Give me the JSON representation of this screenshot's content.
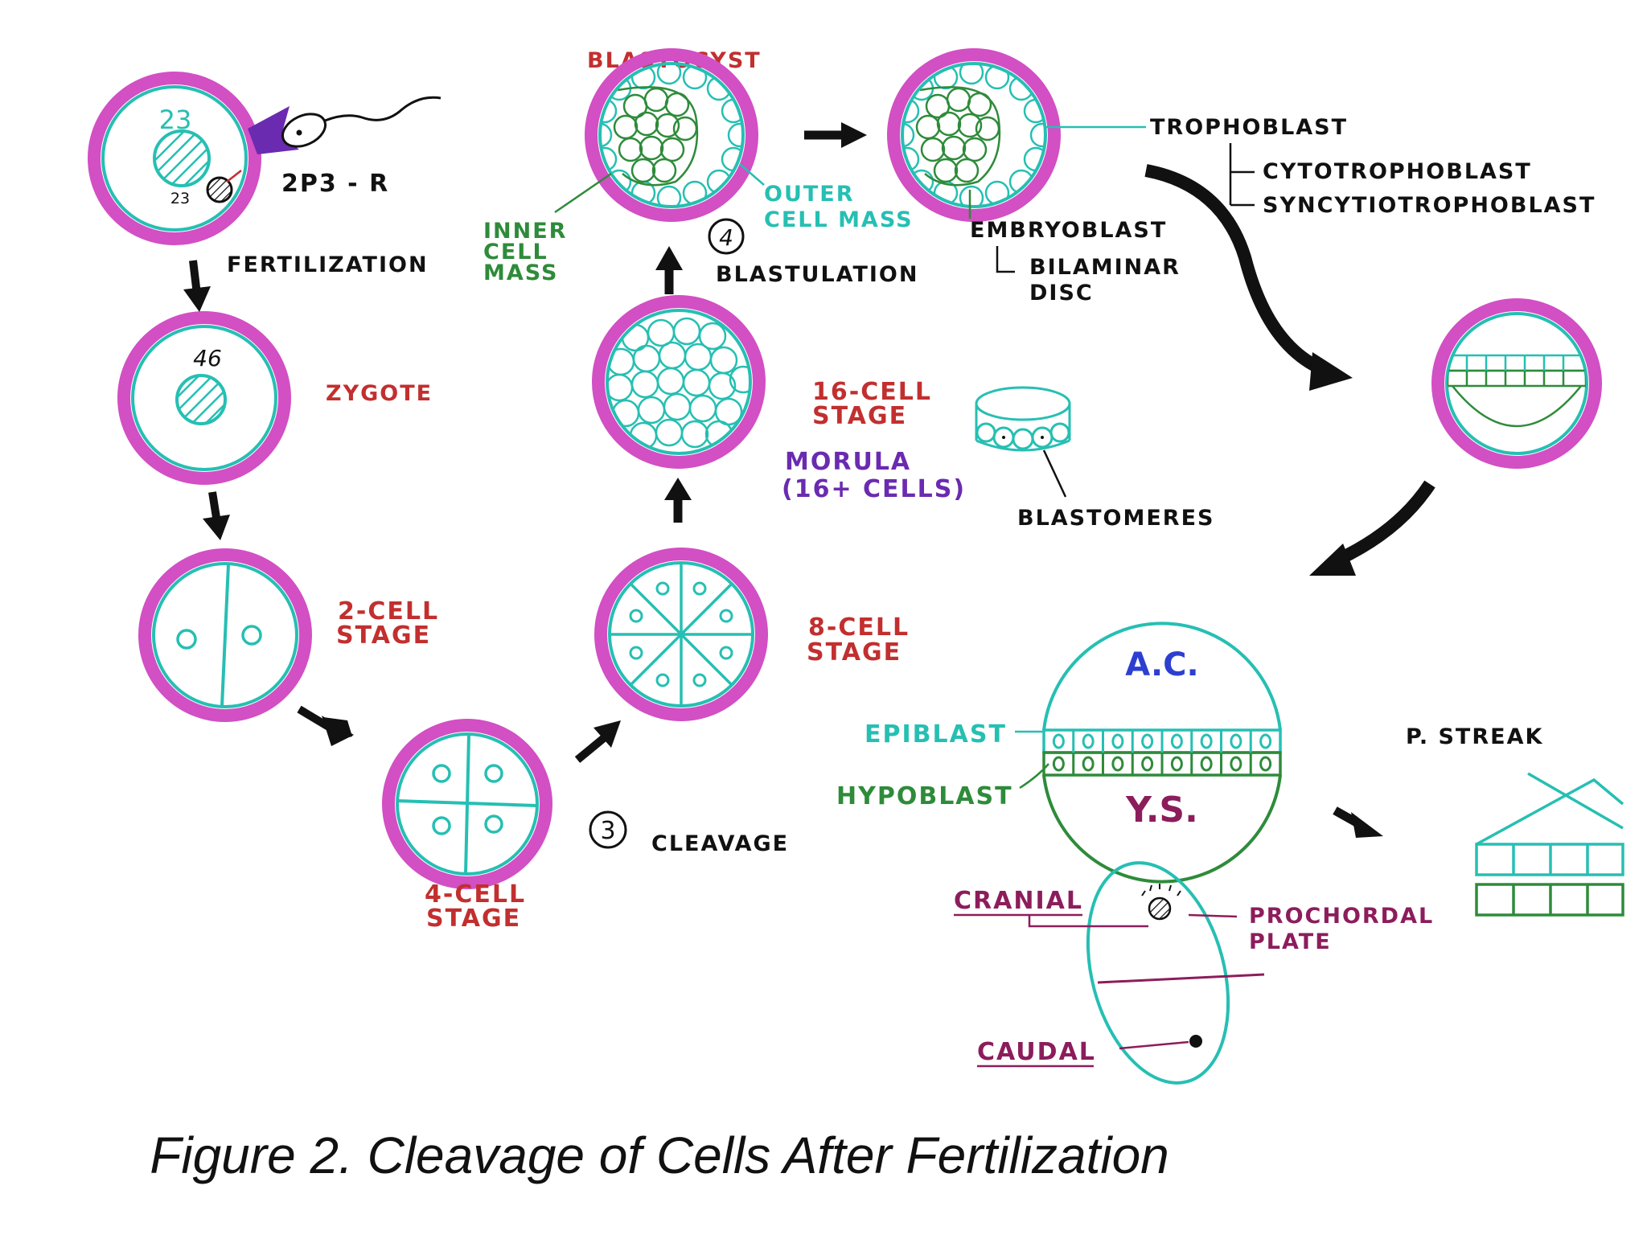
{
  "colors": {
    "membrane": "#d24fc4",
    "teal": "#26bfb3",
    "stage_red": "#c22f2f",
    "green": "#2e8b3a",
    "purple": "#6a2bb0",
    "maroon": "#8c1d5c",
    "blue": "#2c3fd0",
    "black": "#111111"
  },
  "labels": {
    "egg_n": "23",
    "sperm_n": "23",
    "receptor": "2P3 - R",
    "fertilization": "FERTILIZATION",
    "zygote_n": "46",
    "zygote": "ZYGOTE",
    "two_cell_1": "2-CELL",
    "two_cell_2": "STAGE",
    "four_cell_1": "4-CELL",
    "four_cell_2": "STAGE",
    "step3": "3",
    "cleavage": "CLEAVAGE",
    "eight_cell_1": "8-CELL",
    "eight_cell_2": "STAGE",
    "sixteen_cell_1": "16-CELL",
    "sixteen_cell_2": "STAGE",
    "morula_1": "MORULA",
    "morula_2": "(16+ CELLS)",
    "step4": "4",
    "blastulation": "BLASTULATION",
    "blastocyst": "BLASTOCYST",
    "inner_1": "INNER",
    "inner_2": "CELL",
    "inner_3": "MASS",
    "outer_1": "OUTER",
    "outer_2": "CELL MASS",
    "blastomeres": "BLASTOMERES",
    "trophoblast": "TROPHOBLAST",
    "cytotrophoblast": "CYTOTROPHOBLAST",
    "syncytiotrophoblast": "SYNCYTIOTROPHOBLAST",
    "embryoblast": "EMBRYOBLAST",
    "bilaminar_1": "BILAMINAR",
    "bilaminar_2": "DISC",
    "ac": "A.C.",
    "epiblast": "EPIBLAST",
    "hypoblast": "HYPOBLAST",
    "ys": "Y.S.",
    "p_streak": "P. STREAK",
    "cranial": "CRANIAL",
    "caudal": "CAUDAL",
    "prochordal_1": "PROCHORDAL",
    "prochordal_2": "PLATE"
  },
  "caption": "Figure 2. Cleavage of Cells After Fertilization"
}
